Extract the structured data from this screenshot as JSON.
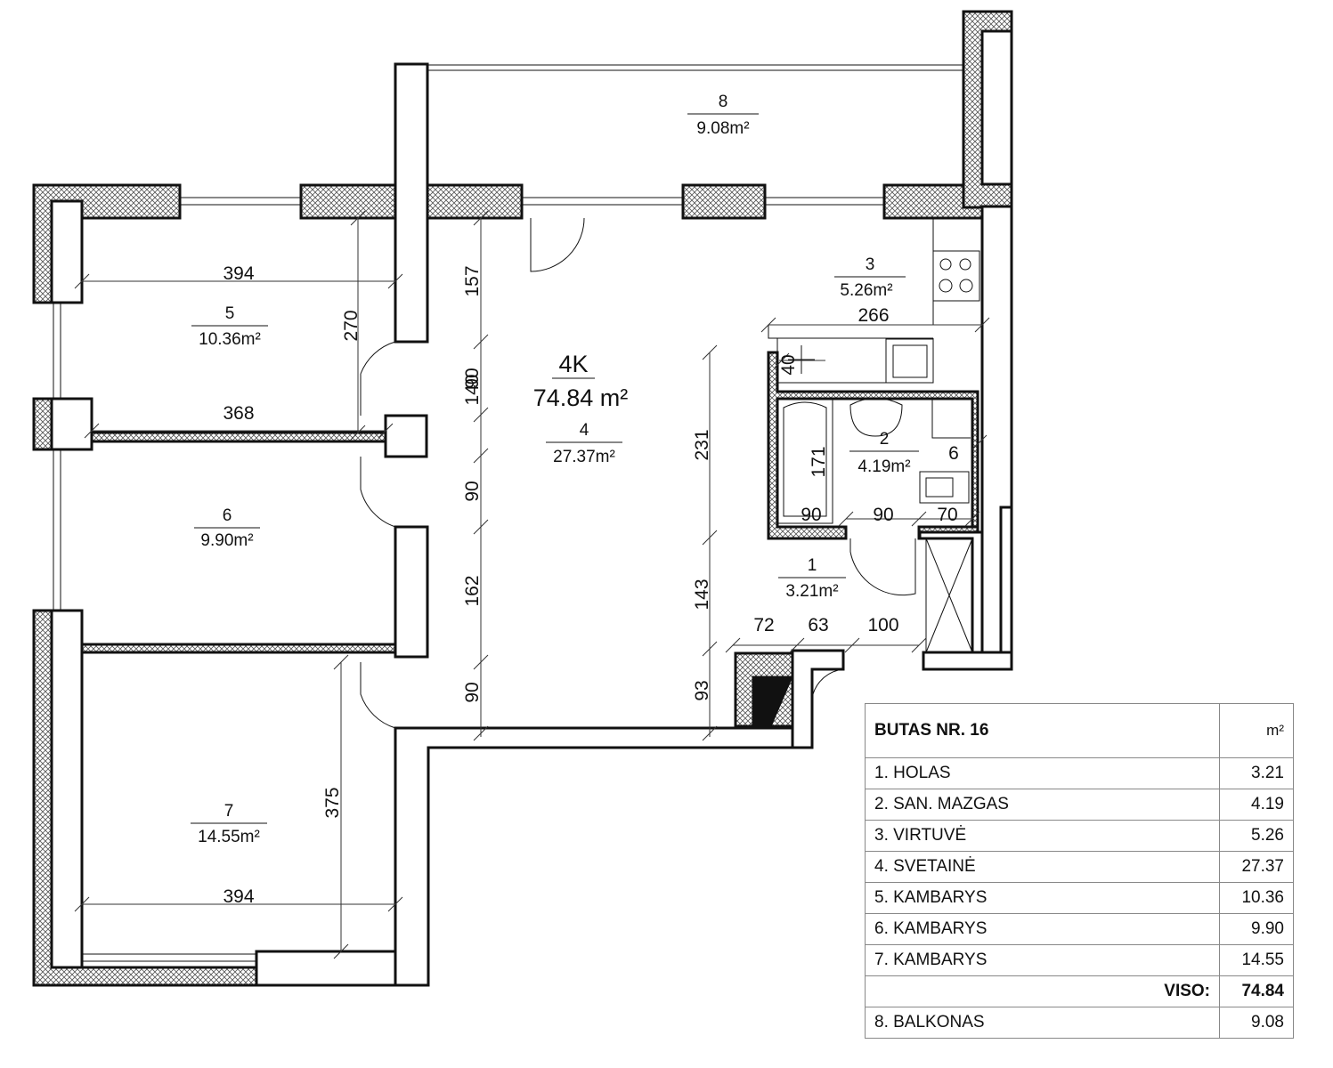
{
  "plan": {
    "apartment_type": "4K",
    "apartment_area": "74.84 m²",
    "rooms": [
      {
        "num": "1",
        "area": "3.21m²"
      },
      {
        "num": "2",
        "area": "4.19m²"
      },
      {
        "num": "3",
        "area": "5.26m²"
      },
      {
        "num": "4",
        "area": "27.37m²"
      },
      {
        "num": "5",
        "area": "10.36m²"
      },
      {
        "num": "6",
        "area": "9.90m²"
      },
      {
        "num": "7",
        "area": "14.55m²"
      },
      {
        "num": "8",
        "area": "9.08m²"
      }
    ],
    "dims": {
      "room5_width": "394",
      "room5_depth": "270",
      "wall_368": "368",
      "room7_width": "394",
      "room7_depth": "375",
      "liv_157": "157",
      "liv_140": "140",
      "liv_90a": "90",
      "liv_90b": "90",
      "liv_162": "162",
      "liv_90c": "90",
      "kitchen_266": "266",
      "kitchen_40": "40",
      "right_231": "231",
      "right_143": "143",
      "right_93": "93",
      "bath_171": "171",
      "bath_6": "6",
      "bath_90a": "90",
      "bath_90b": "90",
      "bath_70": "70",
      "hall_72": "72",
      "hall_63": "63",
      "hall_100": "100"
    }
  },
  "schedule": {
    "title": "BUTAS NR. 16",
    "unit": "m²",
    "rows": [
      {
        "name": "1. HOLAS",
        "value": "3.21"
      },
      {
        "name": "2. SAN. MAZGAS",
        "value": "4.19"
      },
      {
        "name": "3. VIRTUVĖ",
        "value": "5.26"
      },
      {
        "name": "4. SVETAINĖ",
        "value": "27.37"
      },
      {
        "name": "5. KAMBARYS",
        "value": "10.36"
      },
      {
        "name": "6. KAMBARYS",
        "value": "9.90"
      },
      {
        "name": "7. KAMBARYS",
        "value": "14.55"
      }
    ],
    "total_label": "VISO:",
    "total_value": "74.84",
    "extra": {
      "name": "8. BALKONAS",
      "value": "9.08"
    }
  }
}
